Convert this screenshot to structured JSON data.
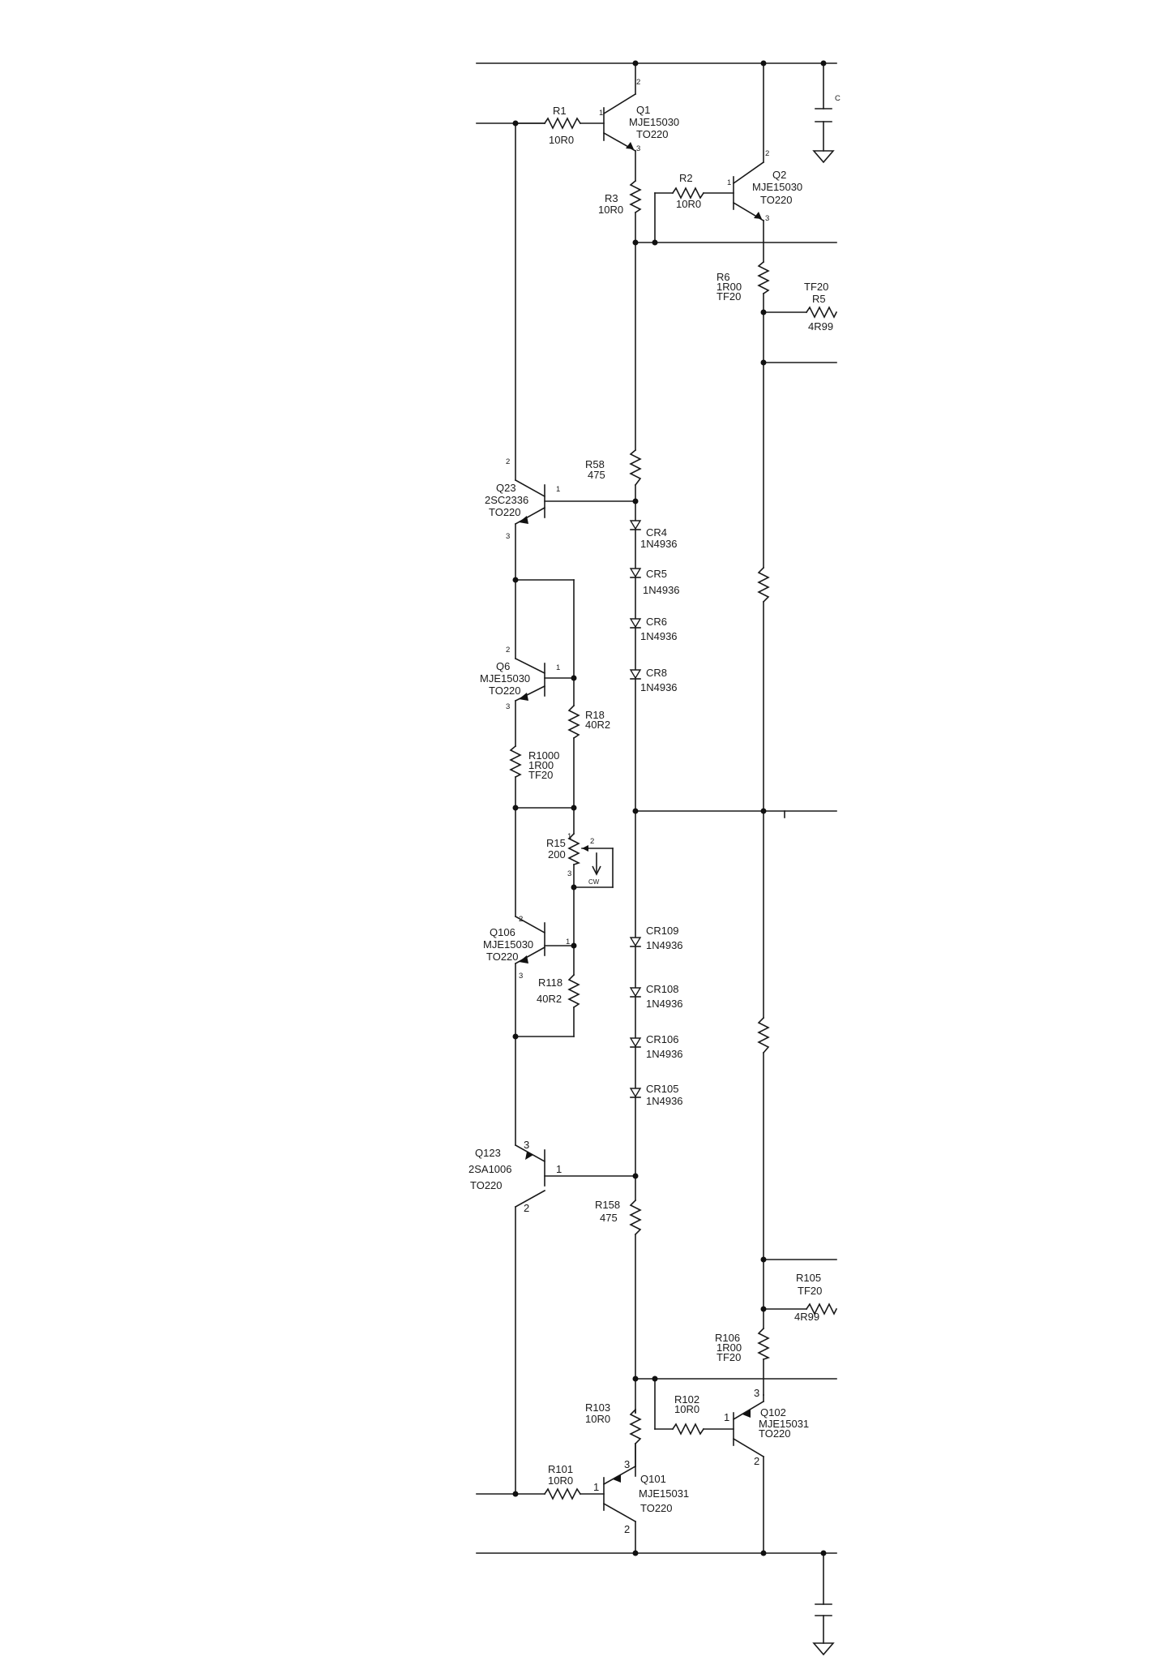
{
  "resistors": {
    "r1": {
      "ref": "R1",
      "value": "10R0"
    },
    "r3": {
      "ref": "R3",
      "value": "10R0"
    },
    "r2": {
      "ref": "R2",
      "value": "10R0"
    },
    "r6": {
      "ref": "R6",
      "value": "1R00",
      "tol": "TF20"
    },
    "r5": {
      "ref": "R5",
      "value": "4R99",
      "tol": "TF20"
    },
    "r58": {
      "ref": "R58",
      "value": "475"
    },
    "r18": {
      "ref": "R18",
      "value": "40R2"
    },
    "r1000": {
      "ref": "R1000",
      "value": "1R00",
      "tol": "TF20"
    },
    "r15": {
      "ref": "R15",
      "value": "200"
    },
    "r118": {
      "ref": "R118",
      "value": "40R2"
    },
    "r158": {
      "ref": "R158",
      "value": "475"
    },
    "r105": {
      "ref": "R105",
      "value": "4R99",
      "tol": "TF20"
    },
    "r106": {
      "ref": "R106",
      "value": "1R00",
      "tol": "TF20"
    },
    "r103": {
      "ref": "R103",
      "value": "10R0"
    },
    "r102": {
      "ref": "R102",
      "value": "10R0"
    },
    "r101": {
      "ref": "R101",
      "value": "10R0"
    }
  },
  "transistors": {
    "q1": {
      "ref": "Q1",
      "part": "MJE15030",
      "pkg": "TO220"
    },
    "q2": {
      "ref": "Q2",
      "part": "MJE15030",
      "pkg": "TO220"
    },
    "q23": {
      "ref": "Q23",
      "part": "2SC2336",
      "pkg": "TO220"
    },
    "q6": {
      "ref": "Q6",
      "part": "MJE15030",
      "pkg": "TO220"
    },
    "q106": {
      "ref": "Q106",
      "part": "MJE15030",
      "pkg": "TO220"
    },
    "q123": {
      "ref": "Q123",
      "part": "2SA1006",
      "pkg": "TO220"
    },
    "q102": {
      "ref": "Q102",
      "part": "MJE15031",
      "pkg": "TO220"
    },
    "q101": {
      "ref": "Q101",
      "part": "MJE15031",
      "pkg": "TO220"
    }
  },
  "diodes": [
    {
      "ref": "CR4",
      "part": "1N4936"
    },
    {
      "ref": "CR5",
      "part": "1N4936"
    },
    {
      "ref": "CR6",
      "part": "1N4936"
    },
    {
      "ref": "CR8",
      "part": "1N4936"
    },
    {
      "ref": "CR109",
      "part": "1N4936"
    },
    {
      "ref": "CR108",
      "part": "1N4936"
    },
    {
      "ref": "CR106",
      "part": "1N4936"
    },
    {
      "ref": "CR105",
      "part": "1N4936"
    }
  ],
  "pins": {
    "one": "1",
    "two": "2",
    "three": "3"
  },
  "pot_label": "CW",
  "cap_label": "C"
}
